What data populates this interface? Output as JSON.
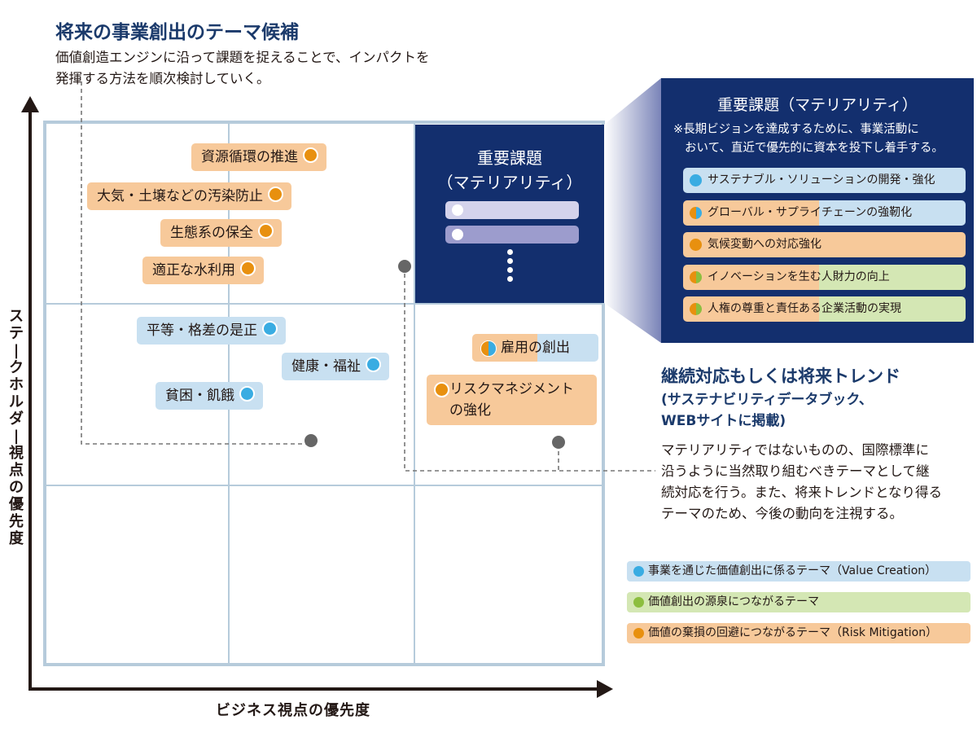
{
  "future": {
    "title": "将来の事業創出のテーマ候補",
    "desc_line1": "価値創造エンジンに沿って課題を捉えることで、インパクトを",
    "desc_line2": "発揮する方法を順次検討していく。"
  },
  "axes": {
    "y_label": "ステークホルダー視点の優先度",
    "x_label": "ビジネス視点の優先度"
  },
  "materiality_cell": {
    "title_line1": "重要課題",
    "title_line2": "（マテリアリティ）"
  },
  "themes": {
    "resource_circulation": "資源循環の推進",
    "pollution_prevention": "大気・土壌などの汚染防止",
    "ecosystem": "生態系の保全",
    "water_use": "適正な水利用",
    "equality": "平等・格差の是正",
    "health": "健康・福祉",
    "poverty": "貧困・飢餓",
    "employment": "雇用の創出",
    "risk_line1": "リスクマネジメント",
    "risk_line2": "の強化"
  },
  "materiality_panel": {
    "title": "重要課題（マテリアリティ）",
    "note_line1": "※長期ビジョンを達成するために、事業活動に",
    "note_line2": "おいて、直近で優先的に資本を投下し着手する。",
    "items": [
      {
        "label": "サステナブル・ソリューションの開発・強化",
        "type": "value-creation"
      },
      {
        "label": "グローバル・サプライチェーンの強靭化",
        "type": "risk-value"
      },
      {
        "label": "気候変動への対応強化",
        "type": "risk"
      },
      {
        "label": "イノベーションを生む人財力の向上",
        "type": "risk-source"
      },
      {
        "label": "人権の尊重と責任ある企業活動の実現",
        "type": "risk-source"
      }
    ]
  },
  "trend": {
    "title": "継続対応もしくは将来トレンド",
    "sub_line1": "(サステナビリティデータブック、",
    "sub_line2": "WEBサイトに掲載)",
    "desc_line1": "マテリアリティではないものの、国際標準に",
    "desc_line2": "沿うように当然取り組むべきテーマとして継",
    "desc_line3": "続対応を行う。また、将来トレンドとなり得る",
    "desc_line4": "テーマのため、今後の動向を注視する。"
  },
  "legend": [
    {
      "label": "事業を通じた価値創出に係るテーマ（Value Creation）",
      "color": "#39ace2",
      "bg": "#c8e0f1"
    },
    {
      "label": "価値創出の源泉につながるテーマ",
      "color": "#8cbe3f",
      "bg": "#d4e7b4"
    },
    {
      "label": "価値の棄損の回避につながるテーマ（Risk Mitigation）",
      "color": "#e8900f",
      "bg": "#f7c99a"
    }
  ],
  "colors": {
    "navy": "#132f6e",
    "orange": "#e8900f",
    "blue": "#39ace2",
    "green": "#8cbe3f",
    "grid": "#b6cbdb"
  }
}
